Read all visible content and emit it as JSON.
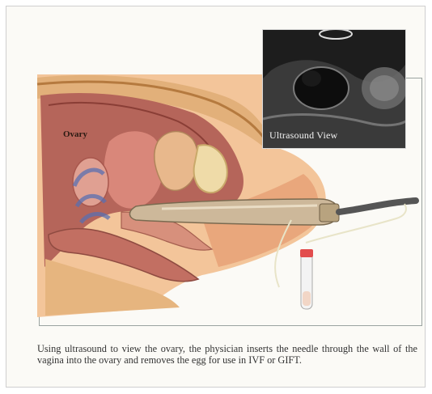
{
  "figure": {
    "ovary_label": "Ovary",
    "ultrasound_label": "Ultrasound View"
  },
  "caption": "Using ultrasound to view the ovary, the physician inserts the needle through the wall of the vagina into the ovary and removes the egg for use in IVF or GIFT."
}
